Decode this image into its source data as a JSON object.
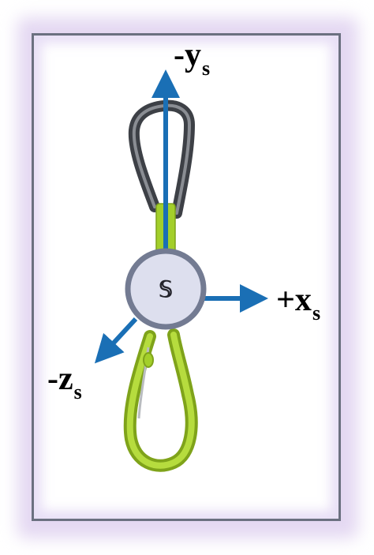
{
  "axes": {
    "neg_y": {
      "main": "-y",
      "sub": "s"
    },
    "pos_x": {
      "main": "+x",
      "sub": "s"
    },
    "neg_z": {
      "main": "-z",
      "sub": "s"
    }
  },
  "origin": {
    "label": "𝕊"
  },
  "colors": {
    "arrow": "#1a6fb5",
    "frame_border": "#6b7080",
    "frame_glow": "#e4d8f2",
    "upper_carabiner": "#55585e",
    "sling": "#a3cf2a",
    "lower_carabiner": "#9dc92c",
    "gate_wire": "#b9bcc0",
    "origin_fill": "#dddfee",
    "origin_stroke": "#737b92"
  },
  "icons": [
    "carabiner-icon",
    "quickdraw-sling-icon",
    "carabiner-icon"
  ]
}
